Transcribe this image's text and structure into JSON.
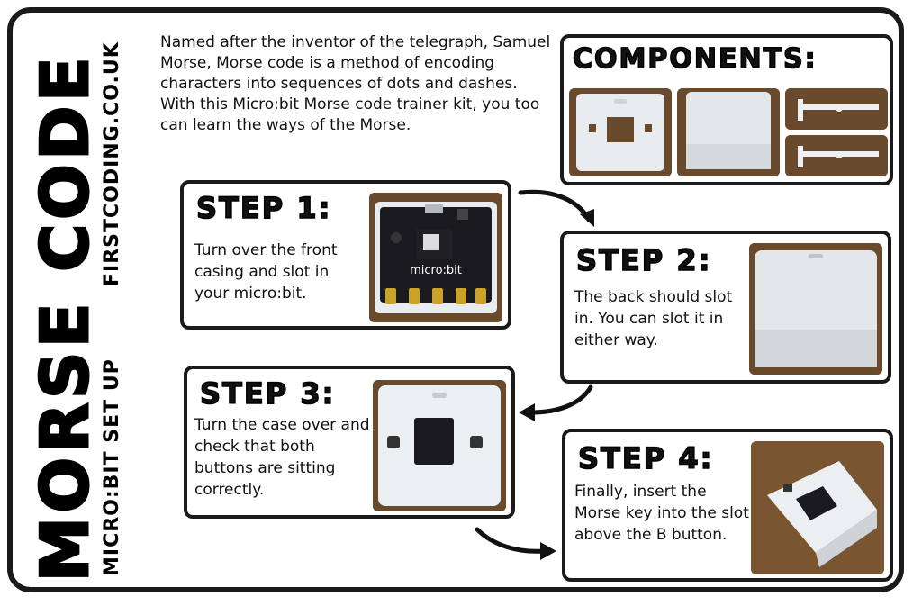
{
  "title": "MORSE CODE",
  "website": "FIRSTCODING.CO.UK",
  "subtitle": "MICRO:BIT SET UP",
  "intro": "Named after the inventor of the telegraph, Samuel Morse, Morse code is a method of encoding characters into sequences of dots and dashes. With this Micro:bit Morse code trainer kit, you too can learn the ways of the Morse.",
  "components": {
    "title": "COMPONENTS:"
  },
  "steps": [
    {
      "title": "STEP 1:",
      "text": "Turn over the front casing and slot in your micro:bit."
    },
    {
      "title": "STEP 2:",
      "text": "The back should slot in. You can slot it in either way."
    },
    {
      "title": "STEP 3:",
      "text": "Turn the case over and check that both buttons are sitting correctly."
    },
    {
      "title": "STEP 4:",
      "text": "Finally, insert the Morse key into the slot above the B button."
    }
  ],
  "photo_labels": {
    "board": "micro:bit"
  },
  "colors": {
    "border": "#1a1a1a",
    "wood": "#6a4a2c",
    "case": "#e9ecef",
    "board": "#1b1b1f",
    "gold": "#c9a227"
  }
}
